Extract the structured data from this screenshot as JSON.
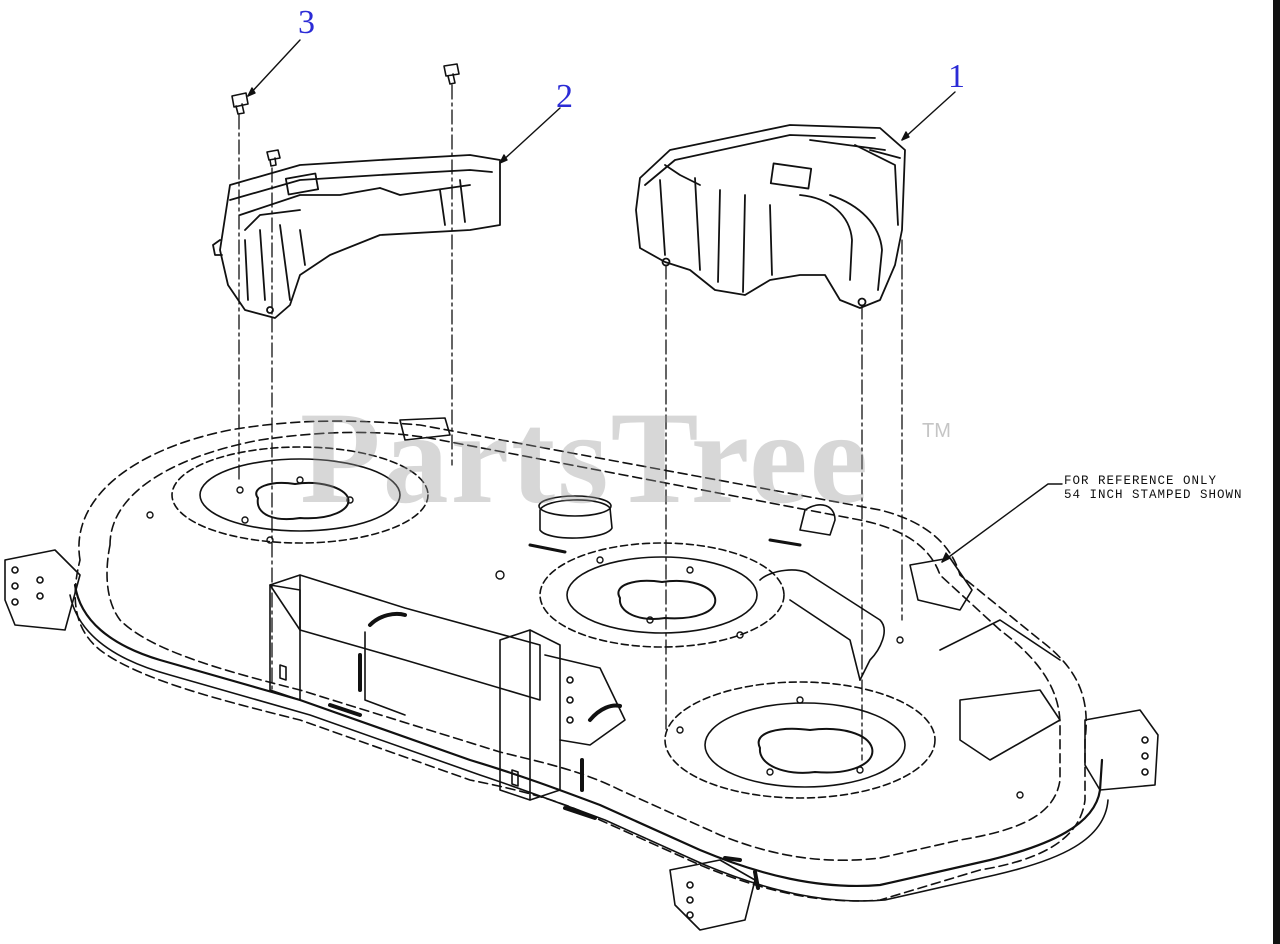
{
  "callouts": {
    "part_1": "1",
    "part_2": "2",
    "part_3": "3"
  },
  "reference_note": {
    "line1": "FOR REFERENCE ONLY",
    "line2": "54 INCH STAMPED SHOWN"
  },
  "watermark": {
    "text": "PartsTree",
    "trademark": "TM"
  },
  "colors": {
    "callout": "#2b2bd6",
    "line_art": "#111111",
    "watermark": "#969696",
    "background": "#ffffff"
  }
}
